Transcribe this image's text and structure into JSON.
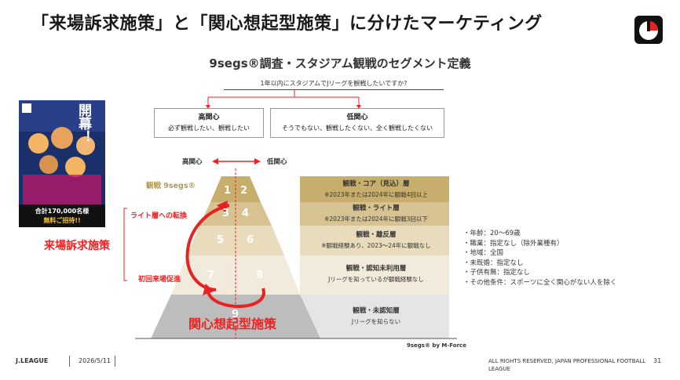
{
  "header": {
    "title": "「来場訴求施策」と「関心想起型施策」に分けたマーケティング",
    "subtitle": "9segs®調査・スタジアム観戦のセグメント定義"
  },
  "survey": {
    "question": "1年以内にスタジアムでJリーグを観戦したいですか?",
    "high_title": "高関心",
    "high_desc": "必ず観戦したい、観戦したい",
    "low_title": "低関心",
    "low_desc": "そうでもない、観戦したくない、全く観戦したくない"
  },
  "direction": {
    "high": "高関心",
    "low": "低関心"
  },
  "pyramid": {
    "top_label": "観戦 9segs®",
    "numbers": [
      "1",
      "2",
      "3",
      "4",
      "5",
      "6",
      "7",
      "8",
      "9"
    ]
  },
  "bands": [
    {
      "name": "観戦・コア（見込）層",
      "desc": "※2023年または2024年に観戦4回以上"
    },
    {
      "name": "観戦・ライト層",
      "desc": "※2023年または2024年に観戦3回以下"
    },
    {
      "name": "観戦・離反層",
      "desc": "※観戦経験あり、2023～24年に観戦なし"
    },
    {
      "name": "観戦・認知未利用層",
      "desc": "Jリーグを知っているが観戦経験なし"
    },
    {
      "name": "観戦・未認知層",
      "desc": "Jリーグを知らない"
    }
  ],
  "strategy": {
    "visit": "来場訴求施策",
    "light": "ライト層への転換",
    "first": "初回来場促進",
    "interest": "関心想起型施策"
  },
  "poster": {
    "badge": "開幕！",
    "text1": "合計170,000名様",
    "text2": "無料ご招待!!"
  },
  "notes": [
    "・年齢：20～69歳",
    "・職業：指定なし（除外業種有）",
    "・地域：全国",
    "・未既婚：指定なし",
    "・子供有無：指定なし",
    "・その他条件：スポーツに全く関心がない人を除く"
  ],
  "credit": "9segs® by M-Force",
  "footer": {
    "brand": "J.LEAGUE",
    "date": "2026/5/11",
    "rights": "ALL RIGHTS RESERVED, JAPAN PROFESSIONAL FOOTBALL LEAGUE",
    "page": "31"
  },
  "colors": {
    "red": "#e62222",
    "tan_top": "#c8ae6c",
    "tan_light": "#e9dcbc",
    "gray": "#bdbdbd"
  }
}
